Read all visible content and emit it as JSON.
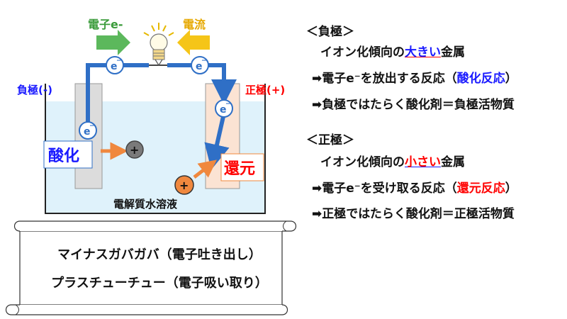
{
  "diagram": {
    "electron_flow_label": "電子e-",
    "current_label": "電流",
    "negative_electrode_label": "負極(-)",
    "positive_electrode_label": "正極(+)",
    "electron_symbol": "e",
    "electron_superscript": "−",
    "oxidation_label": "酸化",
    "reduction_label": "還元",
    "positive_ion_symbol": "+",
    "electrolyte_label": "電解質水溶液",
    "bulb_icon": "lightbulb-icon"
  },
  "scroll": {
    "line1": "マイナスガバガバ（電子吐き出し）",
    "line2": "プラスチューチュー（電子吸い取り）"
  },
  "negative_section": {
    "heading": "＜負極＞",
    "line1_pre": "イオン化傾向の",
    "line1_em": "大きい",
    "line1_post": "金属",
    "line2_pre": "➡電子e⁻を放出する反応（",
    "line2_em": "酸化反応",
    "line2_post": "）",
    "line3": "➡負極ではたらく酸化剤＝負極活物質"
  },
  "positive_section": {
    "heading": "＜正極＞",
    "line1_pre": "イオン化傾向の",
    "line1_em": "小さい",
    "line1_post": "金属",
    "line2_pre": "➡電子e⁻を受け取る反応（",
    "line2_em": "還元反応",
    "line2_post": "）",
    "line3": "➡正極ではたらく酸化剤＝正極活物質"
  },
  "colors": {
    "negative_blue": "#1a1aff",
    "positive_red": "#ff0000",
    "electron_arrow": "#2f6fc6",
    "current_arrow": "#f5c518",
    "electron_green": "#5cb85c",
    "reaction_arrow": "#f0883e",
    "electrolyte": "#dff2fb"
  }
}
